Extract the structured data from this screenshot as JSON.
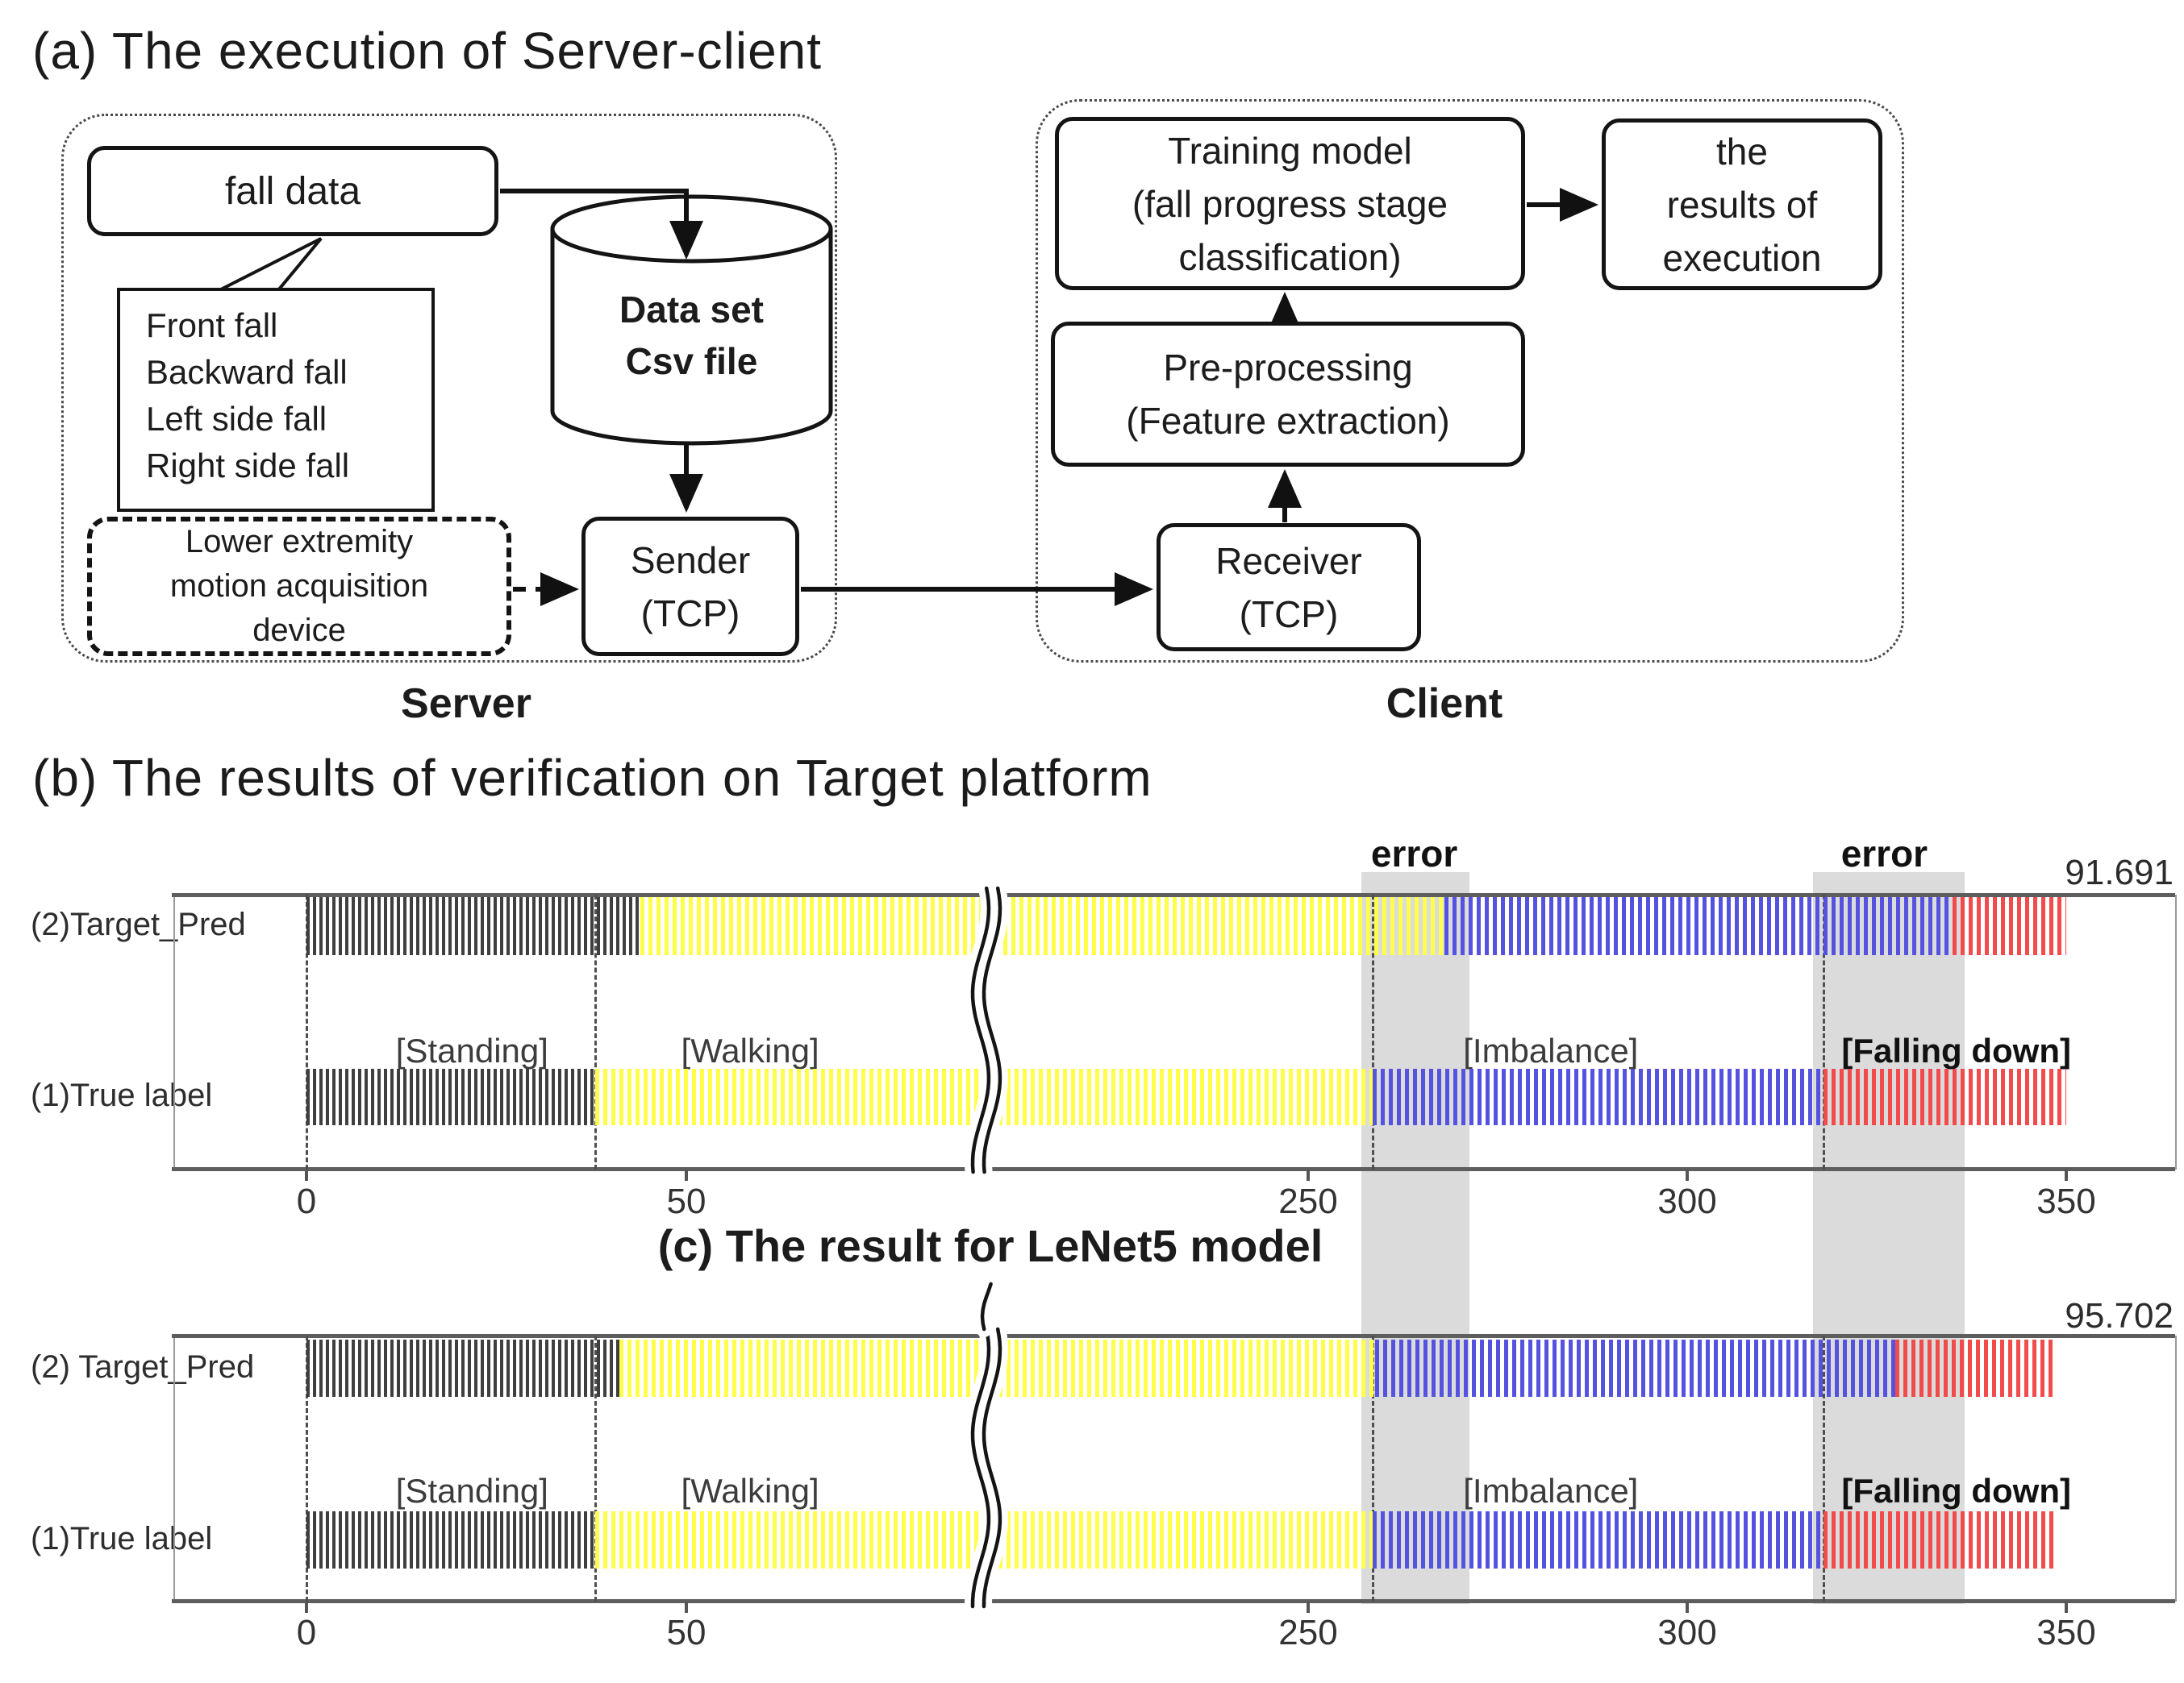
{
  "titles": {
    "a": "(a) The execution of Server-client",
    "b": "(b) The results of verification on Target platform",
    "c": "(c) The result for LeNet5 model"
  },
  "diagram": {
    "fall_data": "fall data",
    "callout_lines": [
      "Front fall",
      "Backward fall",
      "Left side fall",
      "Right side fall"
    ],
    "dataset_lines": [
      "Data set",
      "Csv file"
    ],
    "device_lines": [
      "Lower extremity",
      "motion acquisition",
      "device"
    ],
    "sender_lines": [
      "Sender",
      "(TCP)"
    ],
    "receiver_lines": [
      "Receiver",
      "(TCP)"
    ],
    "preprocessing_lines": [
      "Pre-processing",
      "(Feature extraction)"
    ],
    "training_lines": [
      "Training model",
      "(fall progress stage",
      "classification)"
    ],
    "results_lines": [
      "the",
      "results of",
      "execution"
    ],
    "server_label": "Server",
    "client_label": "Client"
  },
  "chart_data": [
    {
      "id": "b",
      "type": "heatmap",
      "title": "(b) The results of verification on Target platform",
      "accuracy": "91.691",
      "xlabel": "",
      "ylabel": "",
      "x_ticks": [
        0,
        50,
        250,
        300,
        350
      ],
      "x_axis_break": {
        "hidden_range": [
          90,
          209
        ]
      },
      "class_colors": {
        "Standing": "#3f3f3f",
        "Walking": "#ffff4a",
        "Imbalance": "#5552e0",
        "Falling down": "#f24b4b"
      },
      "rows": [
        {
          "label": "(2)Target_Pred",
          "segments": [
            {
              "class": "Standing",
              "from": 0,
              "to": 44
            },
            {
              "class": "Walking",
              "from": 44,
              "to": 268
            },
            {
              "class": "Imbalance",
              "from": 268,
              "to": 335
            },
            {
              "class": "Falling down",
              "from": 335,
              "to": 350
            }
          ]
        },
        {
          "label": "(1)True label",
          "segments": [
            {
              "class": "Standing",
              "from": 0,
              "to": 38
            },
            {
              "class": "Walking",
              "from": 38,
              "to": 258.5
            },
            {
              "class": "Imbalance",
              "from": 258.5,
              "to": 318
            },
            {
              "class": "Falling down",
              "from": 318,
              "to": 350
            }
          ]
        }
      ],
      "stage_labels": [
        {
          "text": "[Standing]",
          "x": 21.8,
          "bold": false
        },
        {
          "text": "[Walking]",
          "x": 58.4,
          "bold": false
        },
        {
          "text": "[Imbalance]",
          "x": 282,
          "bold": false
        },
        {
          "text": "[Falling down]",
          "x": 335.5,
          "bold": true
        }
      ],
      "dashed_lines": [
        0,
        38,
        258.5,
        318
      ],
      "error_labels": [
        {
          "text": "error",
          "x": 264
        },
        {
          "text": "error",
          "x": 326
        }
      ]
    },
    {
      "id": "c",
      "type": "heatmap",
      "title": "(c) The result for LeNet5 model",
      "accuracy": "95.702",
      "xlabel": "",
      "ylabel": "",
      "x_ticks": [
        0,
        50,
        250,
        300,
        350
      ],
      "x_axis_break": {
        "hidden_range": [
          90,
          209
        ]
      },
      "class_colors": {
        "Standing": "#3f3f3f",
        "Walking": "#ffff4a",
        "Imbalance": "#5552e0",
        "Falling down": "#f24b4b"
      },
      "rows": [
        {
          "label": "(2) Target_Pred",
          "segments": [
            {
              "class": "Standing",
              "from": 0,
              "to": 41.2
            },
            {
              "class": "Walking",
              "from": 41.2,
              "to": 258.8
            },
            {
              "class": "Imbalance",
              "from": 258.8,
              "to": 327.4
            },
            {
              "class": "Falling down",
              "from": 327.4,
              "to": 348.7
            }
          ]
        },
        {
          "label": "(1)True label",
          "segments": [
            {
              "class": "Standing",
              "from": 0,
              "to": 38
            },
            {
              "class": "Walking",
              "from": 38,
              "to": 258.5
            },
            {
              "class": "Imbalance",
              "from": 258.5,
              "to": 318
            },
            {
              "class": "Falling down",
              "from": 318,
              "to": 348.7
            }
          ]
        }
      ],
      "stage_labels": [
        {
          "text": "[Standing]",
          "x": 21.8,
          "bold": false
        },
        {
          "text": "[Walking]",
          "x": 58.4,
          "bold": false
        },
        {
          "text": "[Imbalance]",
          "x": 282,
          "bold": false
        },
        {
          "text": "[Falling down]",
          "x": 335.5,
          "bold": true
        }
      ],
      "dashed_lines": [
        0,
        38,
        258.5,
        318
      ],
      "error_labels": []
    }
  ],
  "error_bands": [
    {
      "from": 257,
      "to": 271.3
    },
    {
      "from": 316.6,
      "to": 336.6
    }
  ]
}
